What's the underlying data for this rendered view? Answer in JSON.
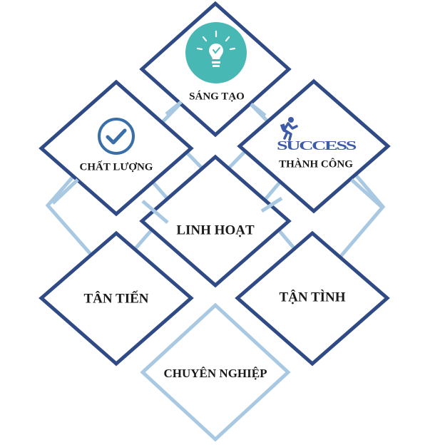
{
  "colors": {
    "dark_border": "#2f4a85",
    "light_border": "#a9c9e3",
    "fill": "#ffffff",
    "text": "#1a1a1a",
    "bulb_circle": "#48b8b4",
    "check_icon": "#3a6ea8",
    "success_blue": "#3d5ba9"
  },
  "diamonds": [
    {
      "label": "SÁNG TẠO",
      "icon": "lightbulb-icon"
    },
    {
      "label": "CHẤT LƯỢNG",
      "icon": "check-circle-icon"
    },
    {
      "label": "THÀNH CÔNG",
      "icon": "success-logo-icon"
    },
    {
      "label": "LINH HOẠT"
    },
    {
      "label": "TÂN TIẾN"
    },
    {
      "label": "TẬN TÌNH"
    },
    {
      "label": "CHUYÊN NGHIỆP"
    }
  ],
  "success_logo_text": "SUCCESS"
}
